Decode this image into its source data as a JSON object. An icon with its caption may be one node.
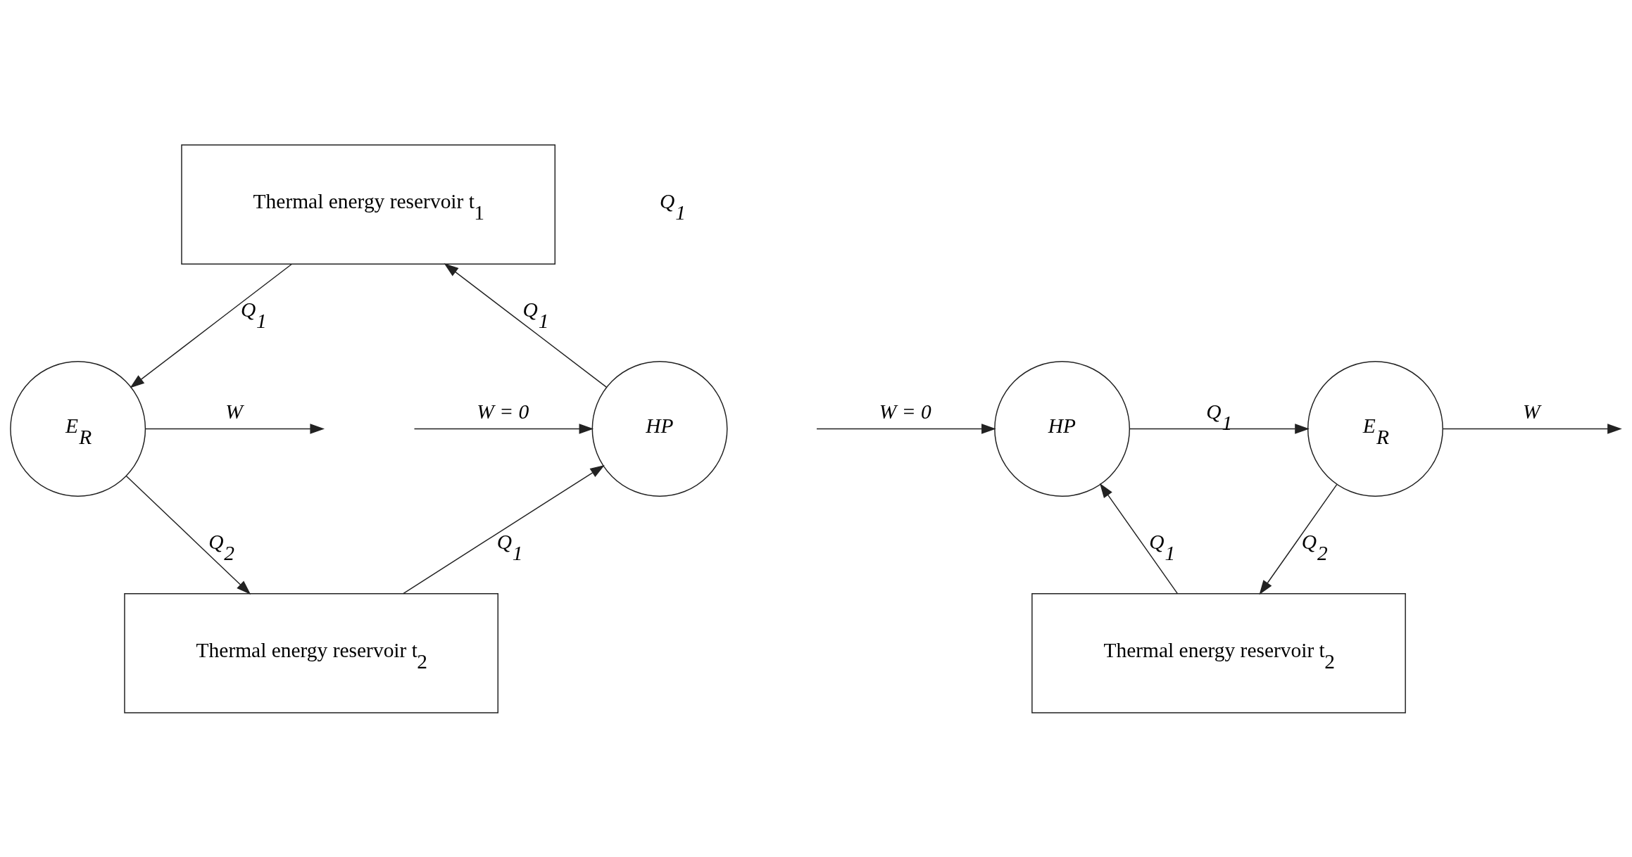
{
  "diagram": {
    "nodes": [
      {
        "text": [
          "Thermal energy reservoir t$_{1}$"
        ]
      },
      {
        "text": [
          "E$_{R}$"
        ]
      },
      {
        "text": [
          "HP"
        ]
      },
      {
        "text": [
          "Thermal energy reservoir t$_{2}$"
        ]
      },
      {
        "text": [
          "E$_{R}$"
        ]
      },
      {
        "text": [
          "HP"
        ]
      },
      {
        "text": [
          "Thermal energy reservoir t$_{2}$"
        ]
      }
    ],
    "edges": [
      {
        "from": 0,
        "to": 1,
        "arrow": "to",
        "label": "Q$_{1}$"
      },
      {
        "from": 2,
        "to": 0,
        "arrow": "to",
        "label": "Q$_{1}$"
      },
      {
        "from": 1,
        "to": null,
        "arrow": "to",
        "label": "W"
      },
      {
        "from": null,
        "to": 2,
        "arrow": "to",
        "label": "W = 0"
      },
      {
        "from": 1,
        "to": 3,
        "arrow": "to",
        "label": "Q$_{2}$"
      },
      {
        "from": 3,
        "to": 2,
        "arrow": "to",
        "label": "Q$_{1}$"
      },
      {
        "from": 5,
        "to": 4,
        "arrow": "to",
        "label": "Q$_{1}$"
      },
      {
        "from": 4,
        "to": null,
        "arrow": "to",
        "label": "W"
      },
      {
        "from": null,
        "to": 5,
        "arrow": "to",
        "label": "W = 0"
      },
      {
        "from": 4,
        "to": 6,
        "arrow": "to",
        "label": "Q$_{2}$"
      },
      {
        "from": 6,
        "to": 5,
        "arrow": "to",
        "label": "Q$_{1}$"
      }
    ],
    "labels": [
      "Q$_{1}$"
    ]
  }
}
